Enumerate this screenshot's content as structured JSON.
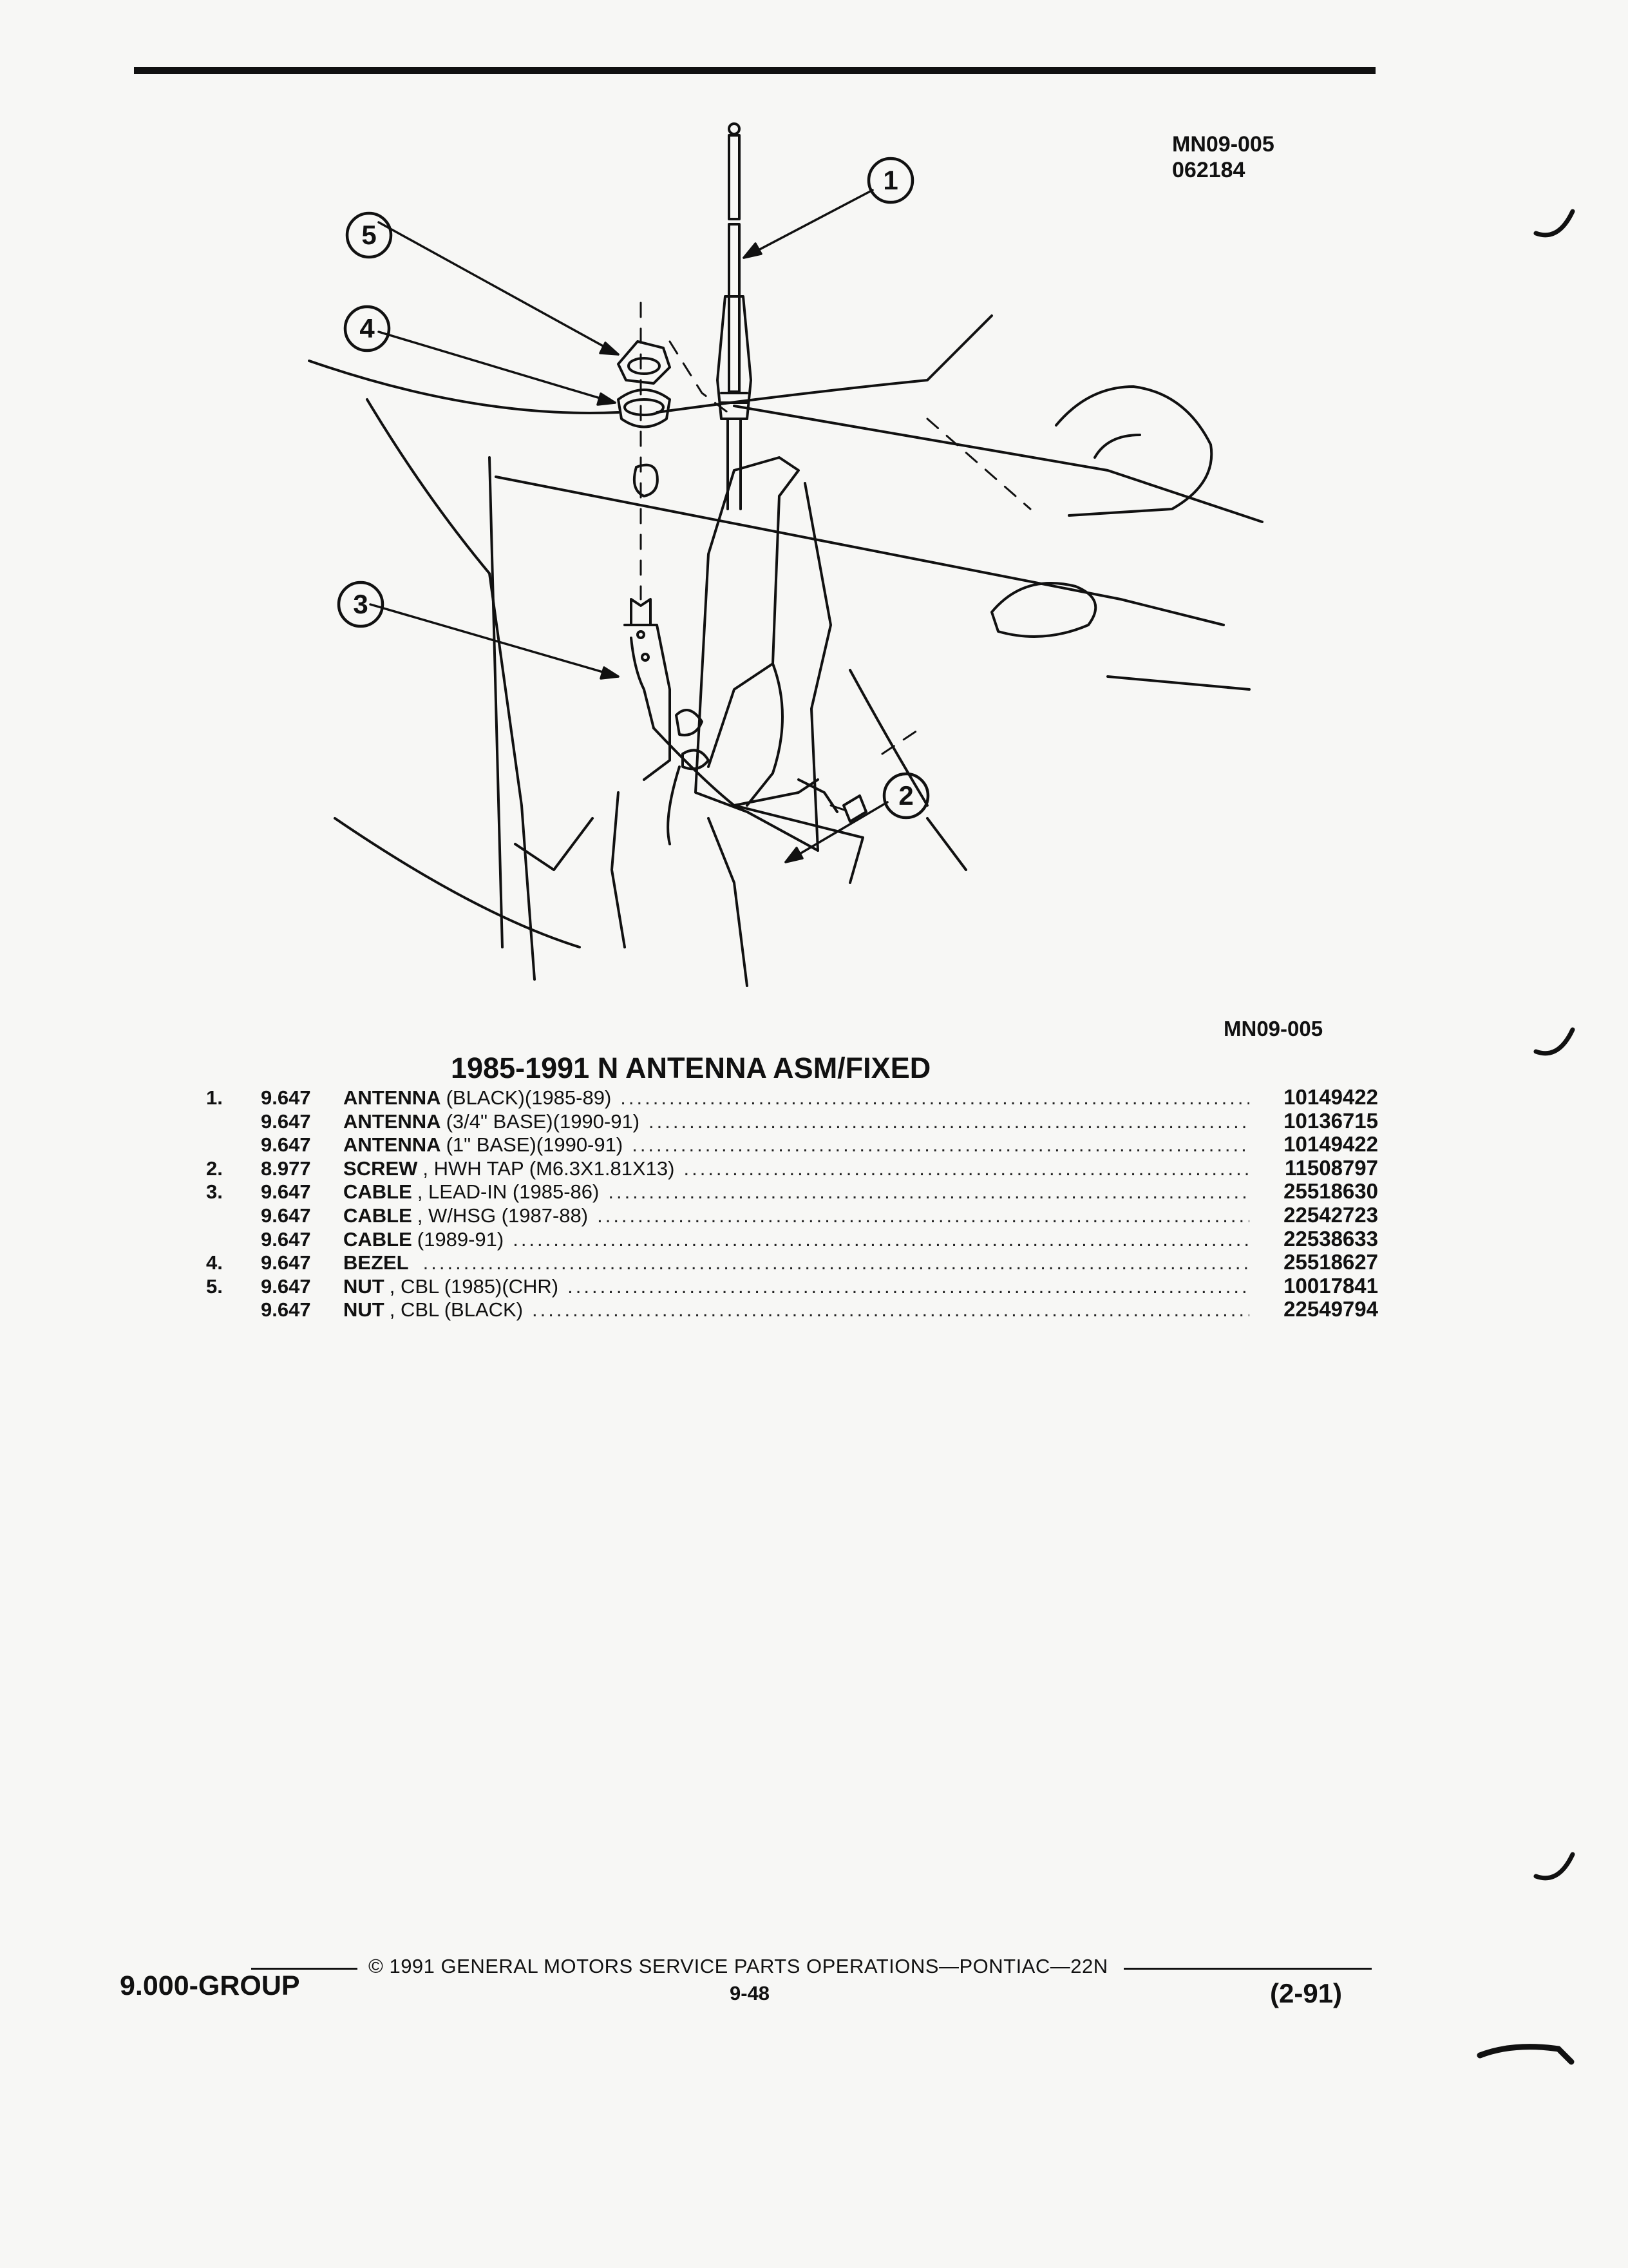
{
  "header": {
    "ref_code": "MN09-005",
    "ref_date": "062184"
  },
  "diagram": {
    "ref_code": "MN09-005",
    "callouts": [
      "1",
      "2",
      "3",
      "4",
      "5"
    ]
  },
  "title": "1985-1991 N ANTENNA ASM/FIXED",
  "parts": [
    {
      "num": "1.",
      "group": "9.647",
      "name": "ANTENNA",
      "detail": "(BLACK)(1985-89)",
      "part_no": "10149422"
    },
    {
      "num": "",
      "group": "9.647",
      "name": "ANTENNA",
      "detail": "(3/4\" BASE)(1990-91)",
      "part_no": "10136715"
    },
    {
      "num": "",
      "group": "9.647",
      "name": "ANTENNA",
      "detail": "(1\" BASE)(1990-91)",
      "part_no": "10149422"
    },
    {
      "num": "2.",
      "group": "8.977",
      "name": "SCREW",
      "detail": ", HWH TAP (M6.3X1.81X13)",
      "part_no": "11508797"
    },
    {
      "num": "3.",
      "group": "9.647",
      "name": "CABLE",
      "detail": ", LEAD-IN (1985-86)",
      "part_no": "25518630"
    },
    {
      "num": "",
      "group": "9.647",
      "name": "CABLE",
      "detail": ", W/HSG (1987-88)",
      "part_no": "22542723"
    },
    {
      "num": "",
      "group": "9.647",
      "name": "CABLE",
      "detail": "(1989-91)",
      "part_no": "22538633"
    },
    {
      "num": "4.",
      "group": "9.647",
      "name": "BEZEL",
      "detail": "",
      "part_no": "25518627"
    },
    {
      "num": "5.",
      "group": "9.647",
      "name": "NUT",
      "detail": ", CBL (1985)(CHR)",
      "part_no": "10017841"
    },
    {
      "num": "",
      "group": "9.647",
      "name": "NUT",
      "detail": ", CBL (BLACK)",
      "part_no": "22549794"
    }
  ],
  "footer": {
    "group": "9.000-GROUP",
    "copyright": "© 1991 GENERAL MOTORS SERVICE PARTS OPERATIONS—PONTIAC—22N",
    "page": "9-48",
    "date": "(2-91)"
  }
}
